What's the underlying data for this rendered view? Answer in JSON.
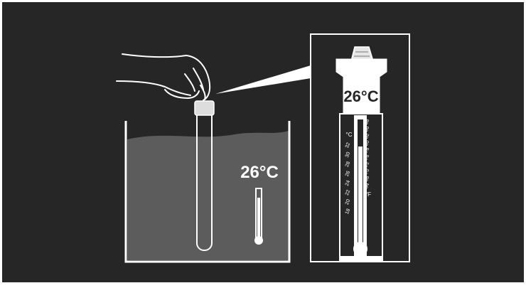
{
  "illustration": {
    "tank_reading": "26°C",
    "zoom_reading": "26°C",
    "scale": {
      "celsius_unit": "°C",
      "fahrenheit_unit": "°F",
      "celsius_values": [
        "32",
        "30",
        "28",
        "26",
        "24",
        "22",
        "20",
        "18"
      ],
      "fahrenheit_values": [
        "88",
        "86",
        "82",
        "80",
        "78",
        "76",
        "72",
        "70",
        "68",
        "64"
      ]
    },
    "colors": {
      "background": "#262626",
      "water": "#5c5c5c",
      "line": "#ffffff"
    }
  }
}
